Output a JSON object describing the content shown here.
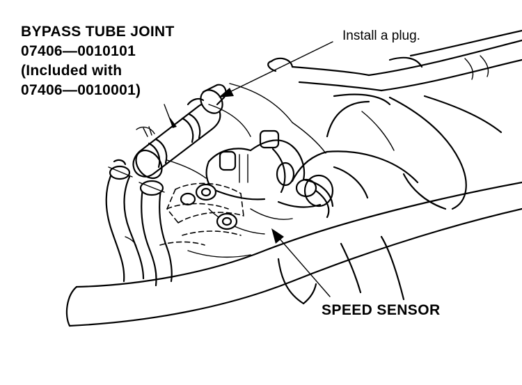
{
  "figure": {
    "callouts": {
      "bypass_tube_joint": {
        "lines": [
          "BYPASS TUBE JOINT",
          "07406—0010101",
          "(Included with",
          "07406—0010001)"
        ]
      },
      "install_plug": "Install a plug.",
      "speed_sensor": "SPEED SENSOR"
    },
    "colors": {
      "ink": "#000000",
      "paper": "#ffffff"
    }
  }
}
